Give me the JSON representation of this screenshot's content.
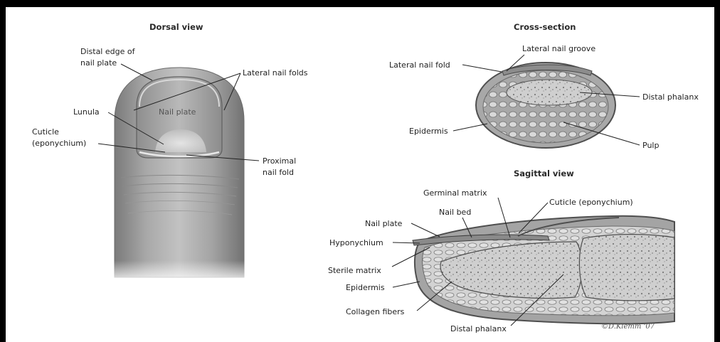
{
  "panels": {
    "dorsal": {
      "heading": "Dorsal view",
      "labels": {
        "distal_edge_1": "Distal edge of",
        "distal_edge_2": "nail plate",
        "lateral_nail_folds": "Lateral nail folds",
        "nail_plate": "Nail plate",
        "lunula": "Lunula",
        "cuticle_1": "Cuticle",
        "cuticle_2": "(eponychium)",
        "proximal_1": "Proximal",
        "proximal_2": "nail fold"
      }
    },
    "cross_section": {
      "heading": "Cross-section",
      "labels": {
        "lateral_nail_groove": "Lateral nail groove",
        "lateral_nail_fold": "Lateral nail fold",
        "distal_phalanx": "Distal phalanx",
        "epidermis": "Epidermis",
        "pulp": "Pulp"
      }
    },
    "sagittal": {
      "heading": "Sagittal view",
      "labels": {
        "germinal_matrix": "Germinal matrix",
        "cuticle": "Cuticle (eponychium)",
        "nail_bed": "Nail bed",
        "nail_plate": "Nail plate",
        "hyponychium": "Hyponychium",
        "sterile_matrix": "Sterile matrix",
        "epidermis": "Epidermis",
        "collagen_fibers": "Collagen fibers",
        "distal_phalanx": "Distal phalanx"
      },
      "signature": "©D.Klemm '07"
    }
  }
}
